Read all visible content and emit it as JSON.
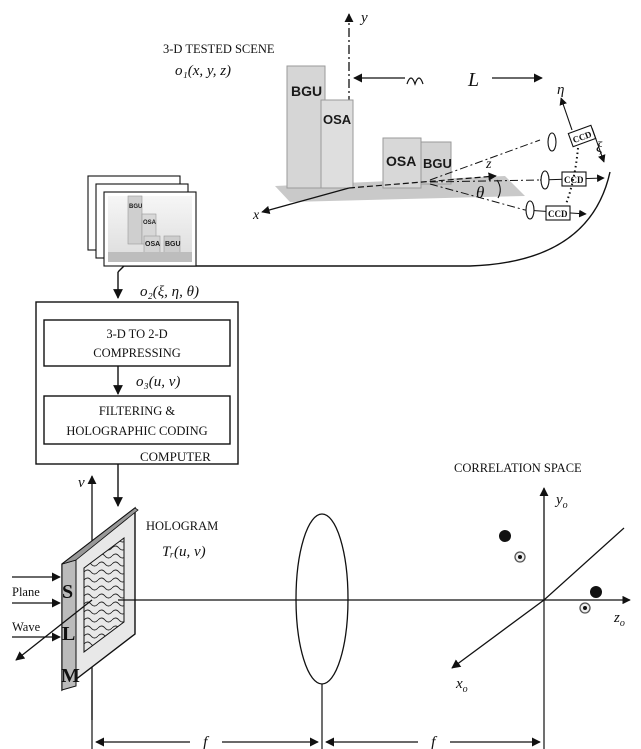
{
  "scene": {
    "title": "3-D TESTED SCENE",
    "object_func": "o₁(x, y, z)",
    "distance_label": "L",
    "axis_x": "x",
    "axis_y": "y",
    "axis_z": "z",
    "angle": "θ",
    "xi": "ξ",
    "eta": "η",
    "ccd": "CCD",
    "signs": [
      "BGU",
      "OSA",
      "OSA",
      "BGU"
    ]
  },
  "computer": {
    "input_func": "o₂(ξ, η, θ)",
    "box1_line1": "3-D TO 2-D",
    "box1_line2": "COMPRESSING",
    "mid_func": "o₃(u, v)",
    "box2_line1": "FILTERING &",
    "box2_line2": "HOLOGRAPHIC CODING",
    "label": "COMPUTER"
  },
  "optics": {
    "hologram": "HOLOGRAM",
    "transmittance": "Tᵣ(u, v)",
    "axis_v": "v",
    "slm_letters": [
      "S",
      "L",
      "M"
    ],
    "plane": "Plane",
    "wave": "Wave",
    "focal_left": "f",
    "focal_right": "f"
  },
  "correlation": {
    "title": "CORRELATION SPACE",
    "axis_y": "y",
    "axis_y_sub": "o",
    "axis_z": "z",
    "axis_z_sub": "o",
    "axis_x": "x",
    "axis_x_sub": "o"
  }
}
